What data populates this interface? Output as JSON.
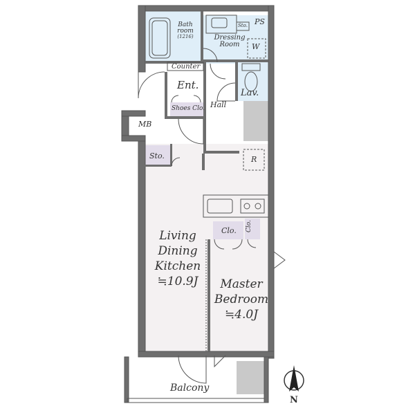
{
  "rooms": {
    "bath": {
      "name": "Bath",
      "sub": "room",
      "size": "(1216)"
    },
    "storage_small": "Sto.",
    "ps": "PS",
    "dressing": {
      "line1": "Dressing",
      "line2": "Room"
    },
    "wardrobe": "W",
    "counter": "Counter",
    "entrance": "Ent.",
    "lavatory": "Lav.",
    "shoes_closet": "Shoes Clo.",
    "hall": "Hall",
    "meter_box": "MB",
    "storage": "Sto.",
    "refrigerator": "R",
    "ldk": {
      "line1": "Living",
      "line2": "Dining",
      "line3": "Kitchen",
      "area": "≒10.9J"
    },
    "closet_1": "Clo.",
    "closet_2": "Clo.",
    "master": {
      "line1": "Master",
      "line2": "Bedroom",
      "area": "≒4.0J"
    },
    "balcony": "Balcony"
  },
  "compass": {
    "label": "N"
  },
  "colors": {
    "wall": "#6e6e6e",
    "wall_edge": "#555555",
    "floor_living": "#f4f1f2",
    "floor_wet": "#dfeef8",
    "closet": "#e2dcea",
    "column": "#c9c9c9",
    "line": "#555555"
  }
}
